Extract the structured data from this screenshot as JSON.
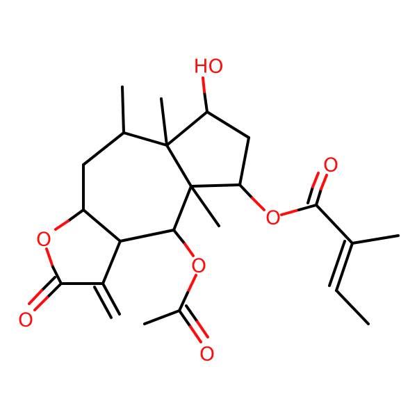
{
  "molecule": {
    "colors": {
      "carbon_bond": "#000000",
      "oxygen": "#ff0d0d",
      "background": "#ffffff"
    },
    "atom_labels": {
      "hydroxyl": "HO",
      "ring_oxygen": "O",
      "lactone_carbonyl_oxygen": "O",
      "acetate_ester_oxygen": "O",
      "acetate_carbonyl_oxygen": "O",
      "ester_oxygen": "O",
      "ester_carbonyl_oxygen": "O"
    }
  }
}
